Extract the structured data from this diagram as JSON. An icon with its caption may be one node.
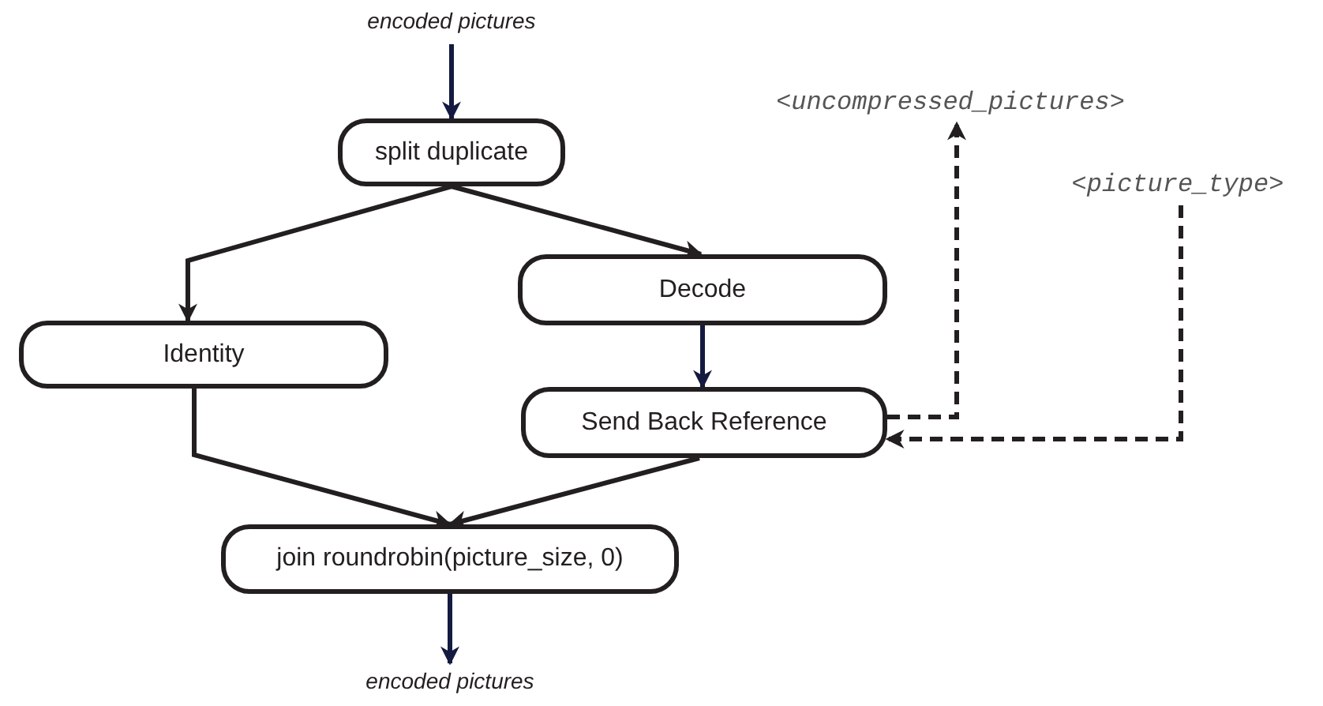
{
  "diagram": {
    "nodes": [
      {
        "text": [
          "encoded pictures"
        ]
      },
      {
        "text": [
          "split duplicate"
        ]
      },
      {
        "text": [
          "Identity"
        ]
      },
      {
        "text": [
          "Decode"
        ]
      },
      {
        "text": [
          "Send Back Reference"
        ]
      },
      {
        "text": [
          "join roundrobin(picture_size, 0)"
        ]
      },
      {
        "text": [
          "encoded pictures"
        ]
      },
      {
        "text": [
          "<uncompressed_pictures>"
        ]
      },
      {
        "text": [
          "<picture_type>"
        ]
      }
    ],
    "edges": [
      {
        "from": 0,
        "to": 1,
        "arrow": "to",
        "color": "#141a40"
      },
      {
        "from": 1,
        "to": 2,
        "arrow": "to"
      },
      {
        "from": 1,
        "to": 3,
        "arrow": "to"
      },
      {
        "from": 3,
        "to": 4,
        "arrow": "to",
        "color": "#141a40"
      },
      {
        "from": 2,
        "to": 5,
        "arrow": "to"
      },
      {
        "from": 4,
        "to": 5,
        "arrow": "to"
      },
      {
        "from": 5,
        "to": 6,
        "arrow": "to",
        "color": "#141a40"
      },
      {
        "from": 4,
        "to": 7,
        "arrow": "to",
        "style": "dashed"
      },
      {
        "from": 8,
        "to": 4,
        "arrow": "to",
        "style": "dashed"
      }
    ]
  }
}
